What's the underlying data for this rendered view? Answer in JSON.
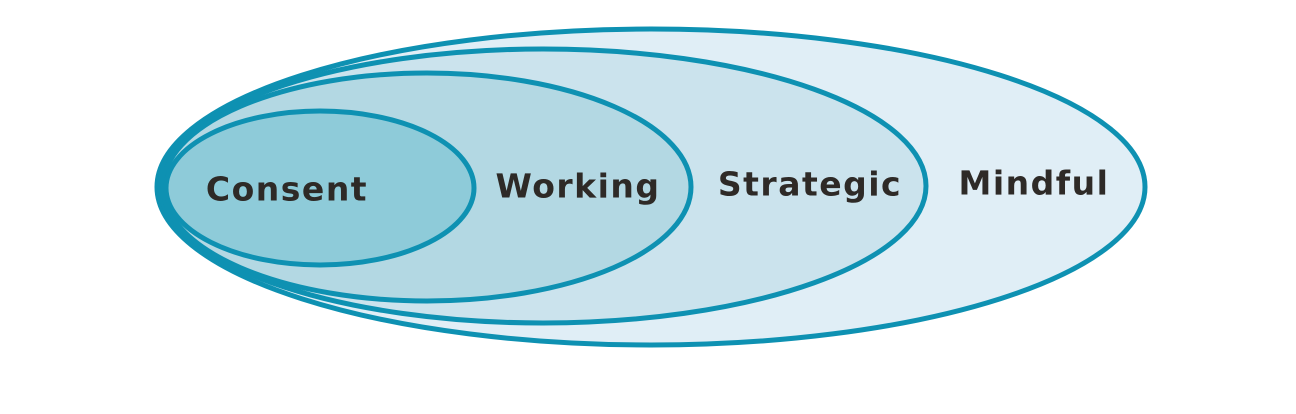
{
  "diagram": {
    "type": "nested-ellipses",
    "description": "Four left-aligned nested ellipses, innermost to outermost",
    "stroke_color": "#0e91b2",
    "text_color": "#2e2a27",
    "background_color": "#ffffff",
    "levels": [
      {
        "label": "Consent",
        "fill": "#8ecbd9"
      },
      {
        "label": "Working",
        "fill": "#b3d8e3"
      },
      {
        "label": "Strategic",
        "fill": "#cbe3ed"
      },
      {
        "label": "Mindful",
        "fill": "#e0eef6"
      }
    ]
  }
}
